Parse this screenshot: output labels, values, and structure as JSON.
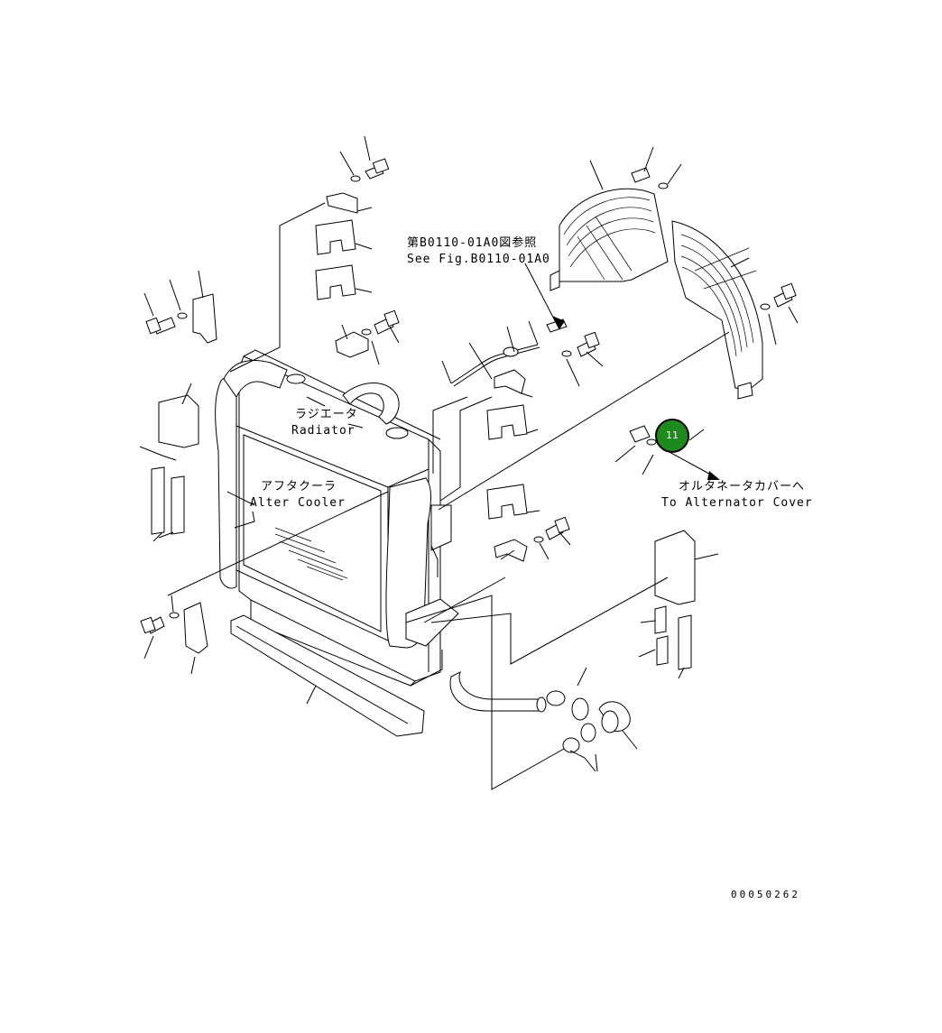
{
  "labels": {
    "see_fig_jp": "第B0110-01A0図参照",
    "see_fig_en": "See Fig.B0110-01A0",
    "radiator_jp": "ラジエータ",
    "radiator_en": "Radiator",
    "aftercooler_jp": "アフタクーラ",
    "aftercooler_en": "Alter Cooler",
    "alternator_jp": "オルタネータカバーへ",
    "alternator_en": "To Alternator Cover",
    "drawing_number": "00050262"
  },
  "callout": {
    "number": "11",
    "color": "#1e8a1e"
  }
}
